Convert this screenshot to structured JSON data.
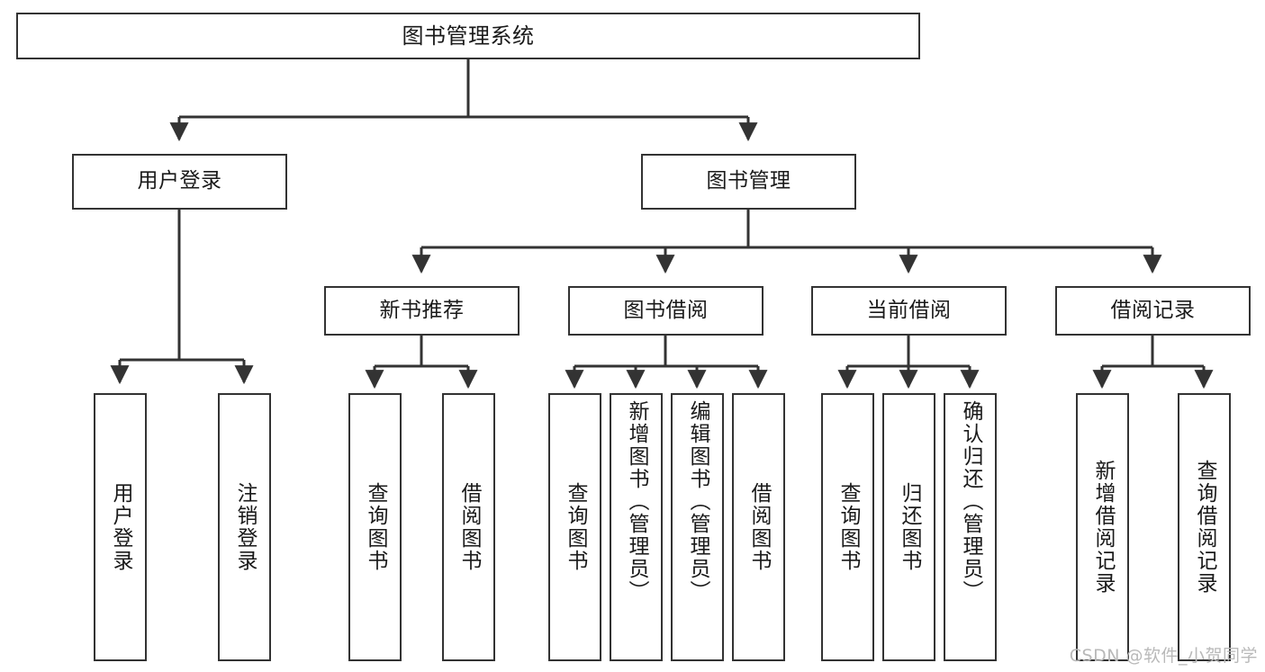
{
  "diagram": {
    "title": "图书管理系统",
    "type": "tree-hierarchy",
    "watermark": "CSDN @软件_小贺同学",
    "root": {
      "id": "root",
      "label": "图书管理系统"
    },
    "branches": [
      {
        "id": "user-login",
        "label": "用户登录"
      },
      {
        "id": "book-management",
        "label": "图书管理"
      }
    ],
    "subbranches": [
      {
        "id": "new-book-recommend",
        "label": "新书推荐",
        "parent": "book-management"
      },
      {
        "id": "book-borrow",
        "label": "图书借阅",
        "parent": "book-management"
      },
      {
        "id": "current-borrow",
        "label": "当前借阅",
        "parent": "book-management"
      },
      {
        "id": "borrow-record",
        "label": "借阅记录",
        "parent": "book-management"
      }
    ],
    "leaves": [
      {
        "id": "leaf-user-login",
        "label": "用户登录",
        "parent": "user-login"
      },
      {
        "id": "leaf-logout",
        "label": "注销登录",
        "parent": "user-login"
      },
      {
        "id": "leaf-query-book-1",
        "label": "查询图书",
        "parent": "new-book-recommend"
      },
      {
        "id": "leaf-borrow-book-1",
        "label": "借阅图书",
        "parent": "new-book-recommend"
      },
      {
        "id": "leaf-query-book-2",
        "label": "查询图书",
        "parent": "book-borrow"
      },
      {
        "id": "leaf-add-book",
        "label": "新增图书（管理员）",
        "parent": "book-borrow"
      },
      {
        "id": "leaf-edit-book",
        "label": "编辑图书（管理员）",
        "parent": "book-borrow"
      },
      {
        "id": "leaf-borrow-book-2",
        "label": "借阅图书",
        "parent": "book-borrow"
      },
      {
        "id": "leaf-query-book-3",
        "label": "查询图书",
        "parent": "current-borrow"
      },
      {
        "id": "leaf-return-book",
        "label": "归还图书",
        "parent": "current-borrow"
      },
      {
        "id": "leaf-confirm-return",
        "label": "确认归还（管理员）",
        "parent": "current-borrow"
      },
      {
        "id": "leaf-add-record",
        "label": "新增借阅记录",
        "parent": "borrow-record"
      },
      {
        "id": "leaf-query-record",
        "label": "查询借阅记录",
        "parent": "borrow-record"
      }
    ],
    "colors": {
      "stroke": "#333333",
      "fill": "#ffffff",
      "text": "#1a1a1a",
      "watermark": "#b9b9b9"
    }
  }
}
